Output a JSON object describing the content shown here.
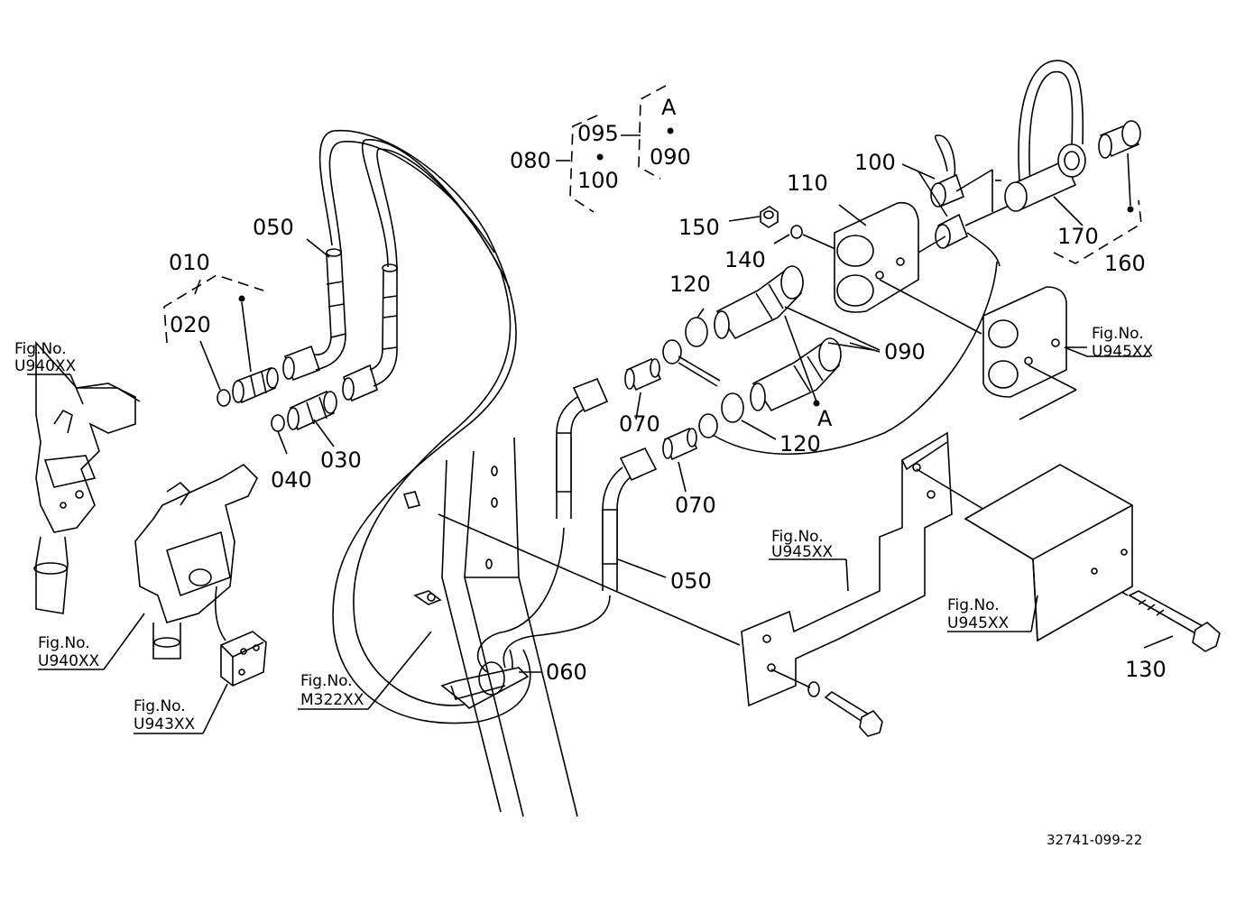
{
  "drawing_number": "32741-099-22",
  "part_labels": {
    "p010": "010",
    "p020": "020",
    "p030": "030",
    "p040": "040",
    "p050_top": "050",
    "p050_bottom": "050",
    "p060": "060",
    "p070_a": "070",
    "p070_b": "070",
    "p080": "080",
    "p090_group": "090",
    "p090_main": "090",
    "p095": "095",
    "p100_group": "100",
    "p100_main": "100",
    "p110": "110",
    "p120_a": "120",
    "p120_b": "120",
    "p130": "130",
    "p140": "140",
    "p150": "150",
    "p160": "160",
    "p170": "170",
    "ref_a_group": "A",
    "ref_a_main": "A",
    "bullet_mid": "•",
    "bullet_a": "•"
  },
  "figure_refs": {
    "fig_top_left": {
      "line1": "Fig.No.",
      "line2": "U940XX"
    },
    "fig_left": {
      "line1": "Fig.No.",
      "line2": "U940XX"
    },
    "fig_u943": {
      "line1": "Fig.No.",
      "line2": "U943XX"
    },
    "fig_m322": {
      "line1": "Fig.No.",
      "line2": "M322XX"
    },
    "fig_u945_right": {
      "line1": "Fig.No.",
      "line2": "U945XX"
    },
    "fig_u945_bracket": {
      "line1": "Fig.No.",
      "line2": "U945XX"
    },
    "fig_u945_box": {
      "line1": "Fig.No.",
      "line2": "U945XX"
    }
  }
}
